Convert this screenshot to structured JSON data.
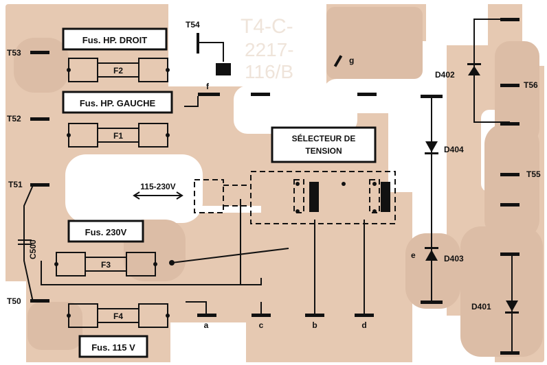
{
  "colors": {
    "board": "#e6c9b2",
    "copper": "#dcbda6",
    "ink": "#111111",
    "background": "#ffffff"
  },
  "fuse_boxes": {
    "hp_droit": "Fus. HP. DROIT",
    "hp_gauche": "Fus. HP. GAUCHE",
    "f230": "Fus. 230V",
    "f115": "Fus. 115 V"
  },
  "fuses": {
    "f1": "F1",
    "f2": "F2",
    "f3": "F3",
    "f4": "F4"
  },
  "selector": {
    "line1": "SÉLECTEUR DE",
    "line2": "TENSION"
  },
  "voltage_range": "115-230V",
  "terminals": {
    "t50": "T50",
    "t51": "T51",
    "t52": "T52",
    "t53": "T53",
    "t54": "T54",
    "t55": "T55",
    "t56": "T56"
  },
  "diodes": {
    "d401": "D401",
    "d402": "D402",
    "d403": "D403",
    "d404": "D404"
  },
  "capacitor": "C500",
  "points": {
    "a": "a",
    "b": "b",
    "c": "c",
    "d": "d",
    "e": "e",
    "f": "f",
    "g": "g"
  },
  "stamp": {
    "line1": "T4-C-",
    "line2": "2217-",
    "line3": "116/B"
  }
}
